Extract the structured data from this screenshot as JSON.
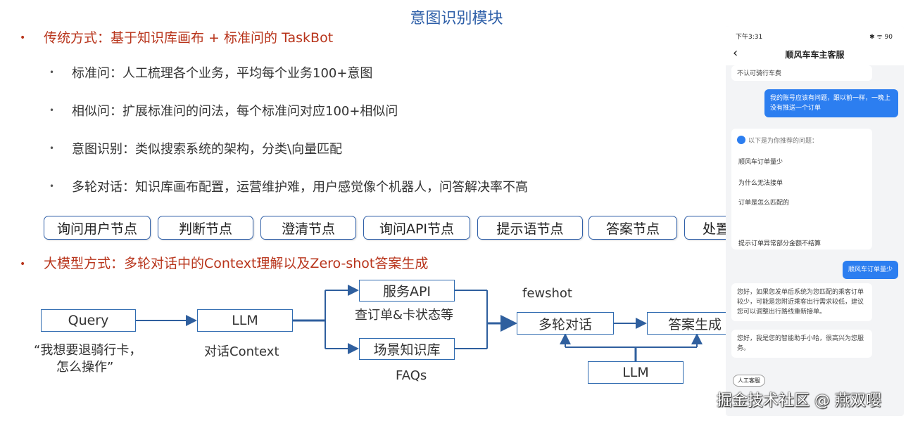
{
  "title": "意图识别模块",
  "section1": {
    "heading": "传统方式：基于知识库画布 + 标准问的 TaskBot",
    "items": [
      "标准问：人工梳理各个业务，平均每个业务100+意图",
      "相似问：扩展标准问的问法，每个标准问对应100+相似问",
      "意图识别：类似搜索系统的架构，分类\\向量匹配",
      "多轮对话：知识库画布配置，运营维护难，用户感觉像个机器人，问答解决率不高"
    ]
  },
  "nodes": [
    "询问用户节点",
    "判断节点",
    "澄清节点",
    "询问API节点",
    "提示语节点",
    "答案节点",
    "处置节点"
  ],
  "section2": {
    "heading": "大模型方式：多轮对话中的Context理解以及Zero-shot答案生成"
  },
  "flow": {
    "query": "Query",
    "query_text_line1": "“我想要退骑行卡，",
    "query_text_line2": "怎么操作”",
    "llm1": "LLM",
    "llm1_caption": "对话Context",
    "service_api": "服务API",
    "service_caption": "查订单&卡状态等",
    "kb": "场景知识库",
    "kb_caption": "FAQs",
    "fewshot": "fewshot",
    "multi_turn": "多轮对话",
    "answer_gen": "答案生成",
    "llm2": "LLM"
  },
  "phone": {
    "status_time": "下午3:31",
    "status_right": "✱ ᯤ 90",
    "header": "顺风车车主客服",
    "msg_top": "不认可骑行车费",
    "msg_user1": "我的账号应该有问题，跟以前一样，一晚上没有推送一个订单",
    "suggest_title": "以下是为你推荐的问题：",
    "suggestions": [
      "顺风车订单量少",
      "为什么无法接单",
      "订单是怎么匹配的",
      "提示订单异常部分金额不结算"
    ],
    "msg_user2": "顺风车订单量少",
    "msg_bot1": "您好，如果您发单后系统为您匹配的乘客订单较少，可能是您附近乘客出行需求较低，建议您可以调整出行路线重新接单。",
    "msg_bot2": "您好，我是您的智能助手小哈，很高兴为您服务。",
    "human_btn": "人工客服"
  },
  "watermark": "掘金技术社区 @ 燕双嘤"
}
